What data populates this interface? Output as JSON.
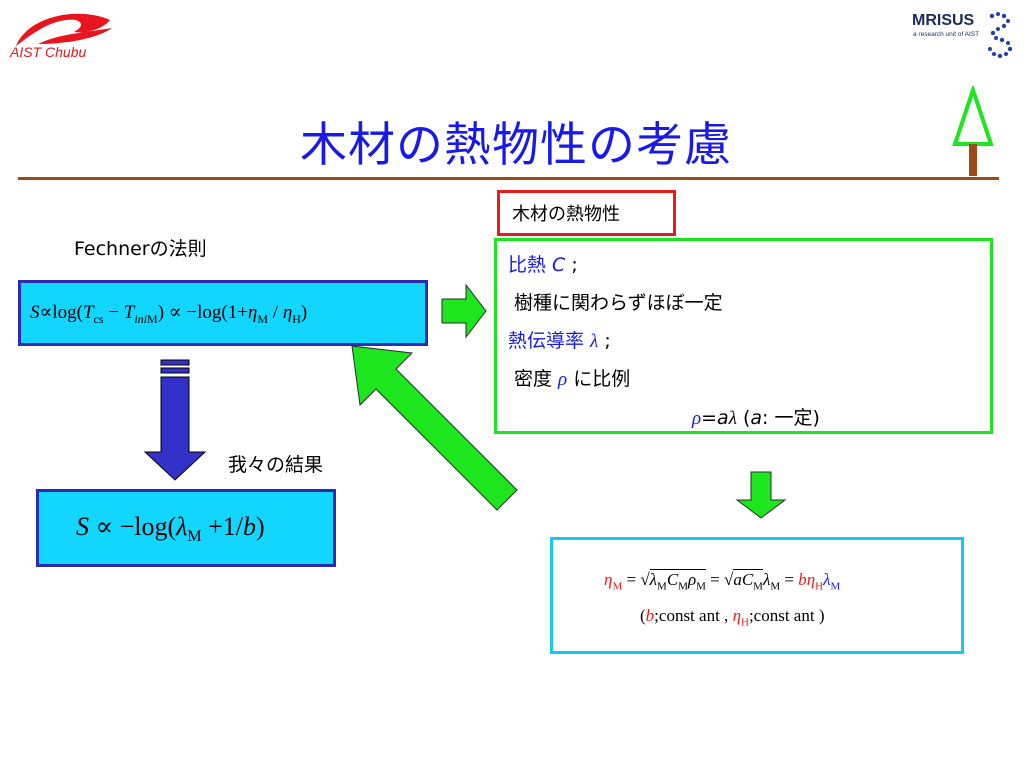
{
  "logos": {
    "aist_text": "AIST Chubu",
    "mrisus_name": "MRISUS",
    "mrisus_sub": "a research unit of AIST"
  },
  "slide": {
    "title": "木材の熱物性の考慮"
  },
  "left": {
    "law_label": "Fechnerの法則",
    "formula1": {
      "S": "S",
      "prop": "∝",
      "log1": "log(",
      "T": "T",
      "cs": "cs",
      "minus": " − ",
      "T2": "T",
      "ini": "ini",
      "M": "M",
      "close1": ") ∝ −log(1+",
      "eta": "η",
      "M2": "M",
      "slash": " / ",
      "eta2": "η",
      "H": "H",
      "close2": ")"
    },
    "result_label": "我々の結果",
    "formula2": {
      "S": "S",
      "prop": " ∝ −log(",
      "lambda": "λ",
      "M": "M",
      "plus": " +1/",
      "b": "b",
      "close": ")"
    }
  },
  "right": {
    "prop_title": "木材の熱物性",
    "specific_heat": {
      "label": "比熱 ",
      "symbol": "C",
      "suffix": " ;"
    },
    "specific_heat_note": "樹種に関わらずほぼ一定",
    "conductivity": {
      "label": "熱伝導率 ",
      "symbol": "λ",
      "suffix": " ;"
    },
    "density": {
      "label": "密度 ",
      "symbol": "ρ",
      "suffix": " に比例"
    },
    "relation": {
      "rho": "ρ",
      "eq": "=",
      "a": "a",
      "lambda": "λ",
      "open": "   (",
      "a2": "a",
      "rest": ": 一定)"
    },
    "result_eq": {
      "eta": "η",
      "M": "M",
      "eq1": " = ",
      "sqrt1": "√",
      "lambda1": "λ",
      "M1": "M",
      "C1": "C",
      "M1b": "M",
      "rho1": "ρ",
      "M1c": "M",
      "eq2": " = ",
      "sqrt2": "√",
      "a": "a",
      "C2": "C",
      "M2": "M",
      "lambda2": "λ",
      "M3": "M",
      "eq3": " = ",
      "b": "b",
      "eta2": "η",
      "H": "H",
      "lambda3": "λ",
      "M4": "M"
    },
    "constants": {
      "open": "(",
      "b": "b",
      "c1": ";const ant ,   ",
      "eta": "η",
      "H": "H",
      "c2": ";const ant )"
    }
  },
  "colors": {
    "title": "#1a1ae6",
    "rule": "#9b4a18",
    "formula_box": "#13d6ff",
    "green_arrow": "#1ee61e",
    "blue_arrow": "#3232c8",
    "red": "#e81c1c"
  }
}
